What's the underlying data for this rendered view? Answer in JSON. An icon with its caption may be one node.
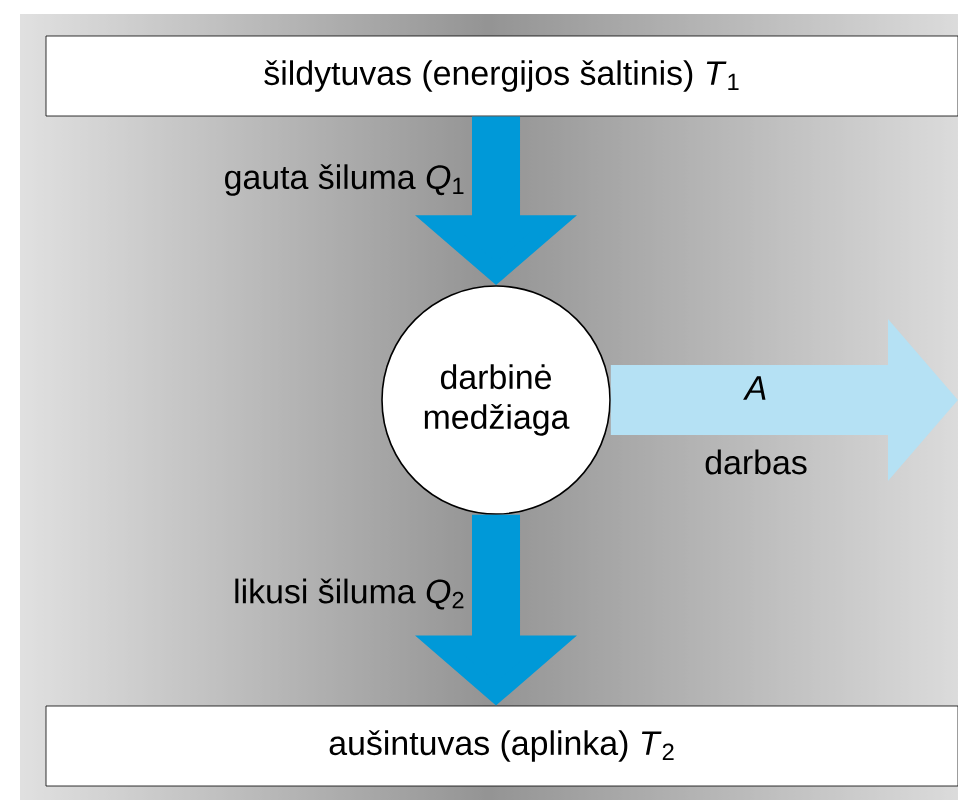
{
  "diagram": {
    "nodes": [
      {
        "text": [
          "šildytuvas (energijos šaltinis) *T*$_{1}$"
        ]
      },
      {
        "text": [
          "darbinė medžiaga"
        ]
      },
      {
        "text": [
          "aušintuvas (aplinka) *T*$_{2}$"
        ]
      }
    ],
    "edges": [
      {
        "from": 0,
        "to": 1,
        "arrow": "to",
        "label": "gauta šiluma *Q*$_{1}$",
        "color": "#0099d8"
      },
      {
        "from": 1,
        "to": 2,
        "arrow": "to",
        "label": "likusi šiluma *Q*$_{2}$",
        "color": "#0099d8"
      },
      {
        "from": 1,
        "to": null,
        "arrow": "to",
        "label": "A",
        "color": "#b5e1f4"
      }
    ],
    "labels": [
      "darbas"
    ]
  }
}
